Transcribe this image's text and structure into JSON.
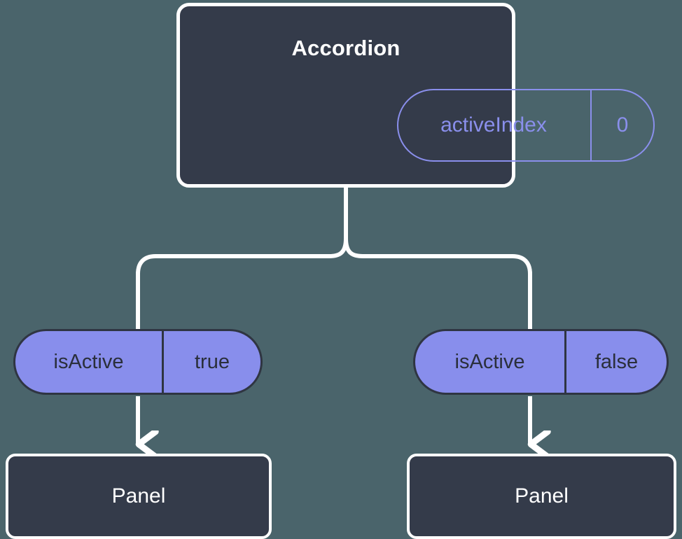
{
  "diagram": {
    "title": "Accordion component state-to-props diagram",
    "background_color": "#4a646b",
    "node_fill_color": "#343b4a",
    "node_border_color": "#ffffff",
    "accent_color": "#888eec",
    "connector_color": "#ffffff"
  },
  "root": {
    "label": "Accordion",
    "state": {
      "key": "activeIndex",
      "value": "0"
    }
  },
  "children": [
    {
      "prop": {
        "key": "isActive",
        "value": "true"
      },
      "node": {
        "label": "Panel"
      }
    },
    {
      "prop": {
        "key": "isActive",
        "value": "false"
      },
      "node": {
        "label": "Panel"
      }
    }
  ]
}
